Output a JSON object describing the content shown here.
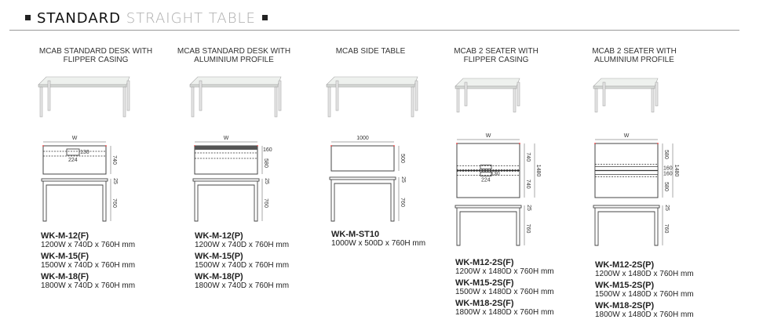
{
  "header": {
    "title_bold": "STANDARD",
    "title_light": "STRAIGHT TABLE"
  },
  "products": [
    {
      "title": [
        "MCAB STANDARD DESK WITH",
        "FLIPPER CASING"
      ],
      "dims": {
        "w": "W",
        "d1": "740",
        "box_w": "224",
        "box_h": "130",
        "top": "25",
        "h": "760"
      },
      "models": [
        {
          "code": "WK-M-12(F)",
          "size": "1200W x 740D x 760H mm"
        },
        {
          "code": "WK-M-15(F)",
          "size": "1500W x 740D x 760H mm"
        },
        {
          "code": "WK-M-18(F)",
          "size": "1800W x 740D x 760H mm"
        }
      ]
    },
    {
      "title": [
        "MCAB STANDARD DESK WITH",
        "ALUMINIUM PROFILE"
      ],
      "dims": {
        "w": "W",
        "d1": "580",
        "d2": "160",
        "top": "25",
        "h": "760"
      },
      "models": [
        {
          "code": "WK-M-12(P)",
          "size": "1200W x 740D x 760H mm"
        },
        {
          "code": "WK-M-15(P)",
          "size": "1500W x 740D x 760H mm"
        },
        {
          "code": "WK-M-18(P)",
          "size": "1800W x 740D x 760H mm"
        }
      ]
    },
    {
      "title": [
        "MCAB SIDE TABLE"
      ],
      "dims": {
        "w": "1000",
        "d1": "500",
        "top": "25",
        "h": "760"
      },
      "models": [
        {
          "code": "WK-M-ST10",
          "size": "1000W  x 500D x 760H mm"
        }
      ]
    },
    {
      "title": [
        "MCAB 2 SEATER WITH",
        "FLIPPER CASING"
      ],
      "dims": {
        "w": "W",
        "d1": "740",
        "d2": "740",
        "total": "1480",
        "box_w": "224",
        "box_h": "130",
        "top": "25",
        "h": "760"
      },
      "models": [
        {
          "code": "WK-M12-2S(F)",
          "size": "1200W x 1480D x 760H mm"
        },
        {
          "code": "WK-M15-2S(F)",
          "size": "1500W x 1480D x 760H mm"
        },
        {
          "code": "WK-M18-2S(F)",
          "size": "1800W x 1480D x 760H mm"
        }
      ]
    },
    {
      "title": [
        "MCAB 2 SEATER WITH",
        "ALUMINIUM PROFILE"
      ],
      "dims": {
        "w": "W",
        "d1": "580",
        "d2": "160",
        "d3": "160",
        "d4": "580",
        "total": "1480",
        "top": "25",
        "h": "760"
      },
      "models": [
        {
          "code": "WK-M12-2S(P)",
          "size": "1200W x 1480D x 760H mm"
        },
        {
          "code": "WK-M15-2S(P)",
          "size": "1500W x 1480D x 760H mm"
        },
        {
          "code": "WK-M18-2S(P)",
          "size": "1800W x 1480D x 760H mm"
        }
      ]
    }
  ]
}
